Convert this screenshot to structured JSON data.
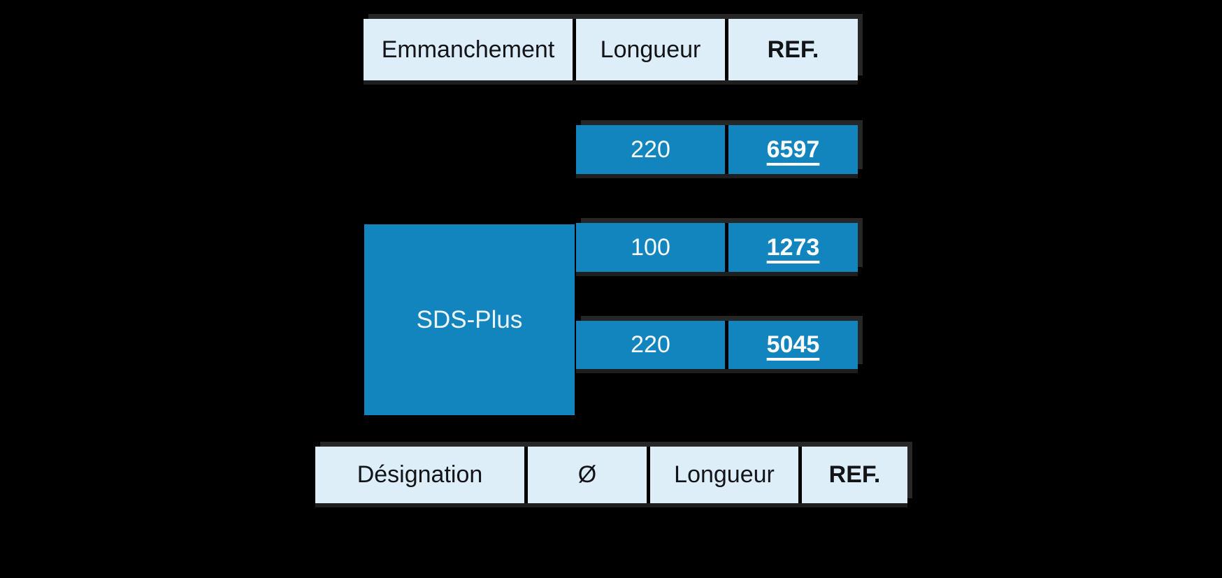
{
  "colors": {
    "background": "#000000",
    "header_cell_bg": "#ddeef9",
    "value_cell_bg": "#1285bf",
    "header_text": "#121417",
    "value_text": "#ffffff",
    "shadow": "#272727"
  },
  "top_table": {
    "col_emmanchement": "Emmanchement",
    "col_longueur": "Longueur",
    "col_ref": "REF.",
    "emmanchement_value": "SDS-Plus",
    "rows": [
      {
        "longueur": "220",
        "ref": "6597"
      },
      {
        "longueur": "100",
        "ref": "1273"
      },
      {
        "longueur": "220",
        "ref": "5045"
      }
    ]
  },
  "bottom_table": {
    "col_designation": "Désignation",
    "col_diameter": "Ø",
    "col_longueur": "Longueur",
    "col_ref": "REF."
  }
}
